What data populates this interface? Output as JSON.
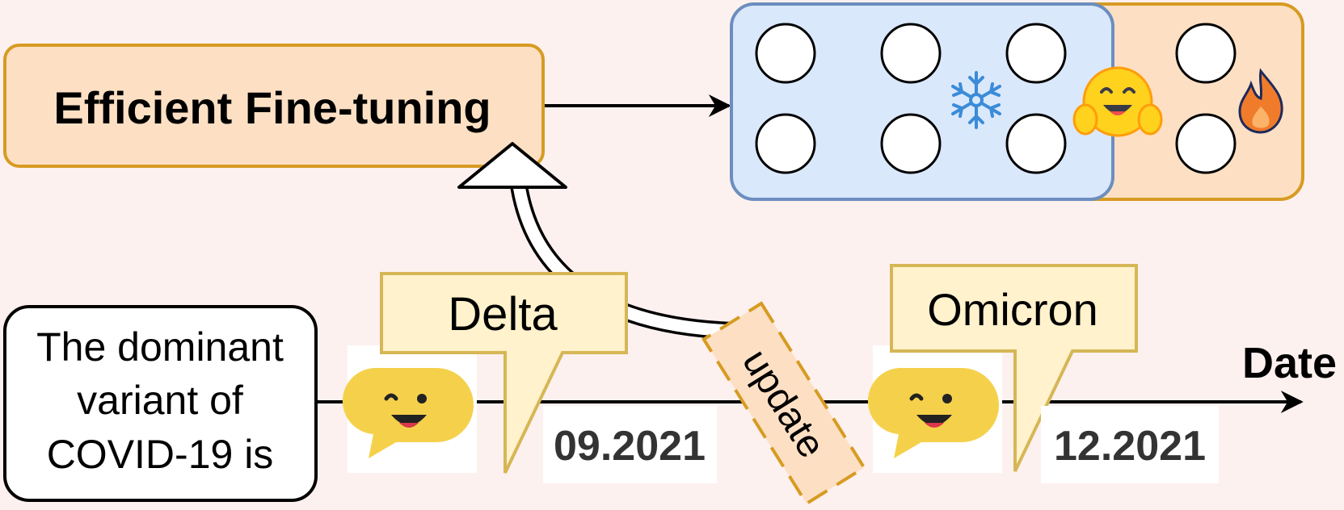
{
  "header": {
    "title": "Efficient Fine-tuning"
  },
  "query": {
    "lines": [
      "The dominant",
      "variant of",
      "COVID-19 is"
    ]
  },
  "timeline": {
    "axis_label": "Date",
    "events": [
      {
        "answer": "Delta",
        "date": "09.2021"
      },
      {
        "answer": "Omicron",
        "date": "12.2021"
      }
    ],
    "update_label": "update"
  },
  "model": {
    "icons": {
      "frozen": "snowflake-icon",
      "trainable": "fire-icon",
      "brand": "hugging-face-icon",
      "chat": "chat-emoji-icon"
    }
  },
  "colors": {
    "background": "#fdf1ef",
    "orange_fill": "#fde0c4",
    "orange_stroke": "#d79b22",
    "blue_fill": "#dae8fc",
    "blue_stroke": "#6c8ebf",
    "callout_fill": "#fff2cc",
    "callout_stroke": "#d6b656",
    "emoji_yellow": "#f5d14b",
    "emoji_mouth": "#d9374a",
    "text": "#000000",
    "date_text": "#333333"
  }
}
